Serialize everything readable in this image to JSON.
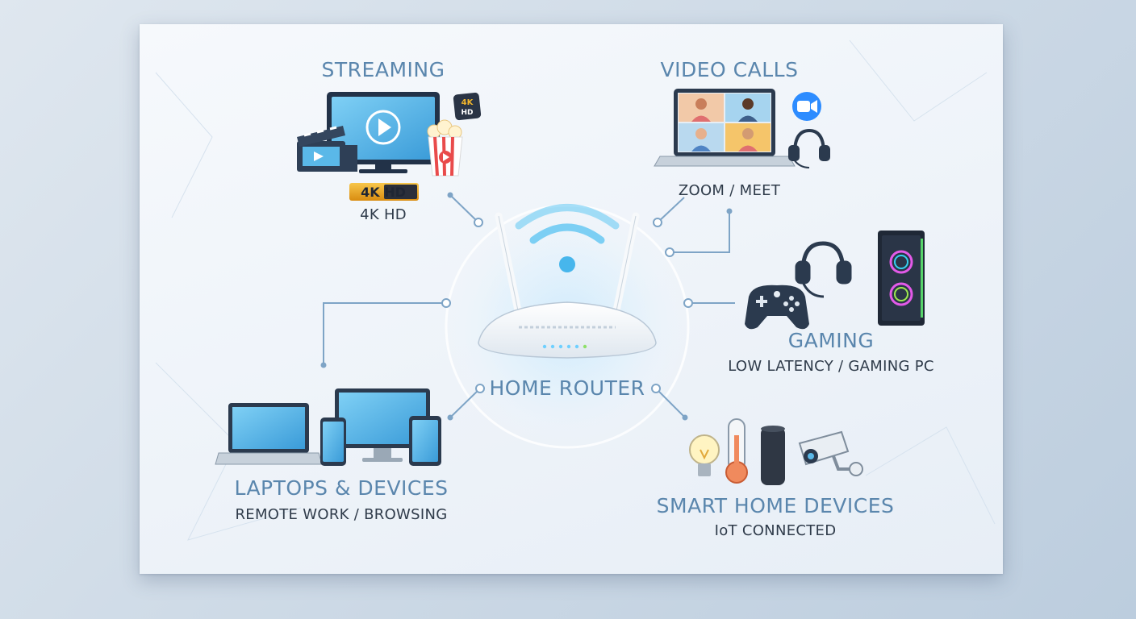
{
  "hub": {
    "label": "HOME ROUTER",
    "icon": "wifi-router-icon"
  },
  "nodes": {
    "streaming": {
      "title": "STREAMING",
      "subtitle": "4K HD",
      "badge_large": "4K HD",
      "badge_small_top": "4K",
      "badge_small_bottom": "HD"
    },
    "video_calls": {
      "title": "VIDEO CALLS",
      "subtitle": "ZOOM / MEET"
    },
    "gaming": {
      "title": "GAMING",
      "subtitle": "LOW LATENCY / GAMING PC"
    },
    "laptops": {
      "title": "LAPTOPS & DEVICES",
      "subtitle": "REMOTE WORK / BROWSING"
    },
    "smart_home": {
      "title": "SMART HOME DEVICES",
      "subtitle": "IoT CONNECTED"
    }
  },
  "colors": {
    "accent": "#5a86ad",
    "screen": "#4fb3e8",
    "glow": "#bfe3fb",
    "connector": "#7ea4c6",
    "badge_gold": "#e8a21a"
  }
}
